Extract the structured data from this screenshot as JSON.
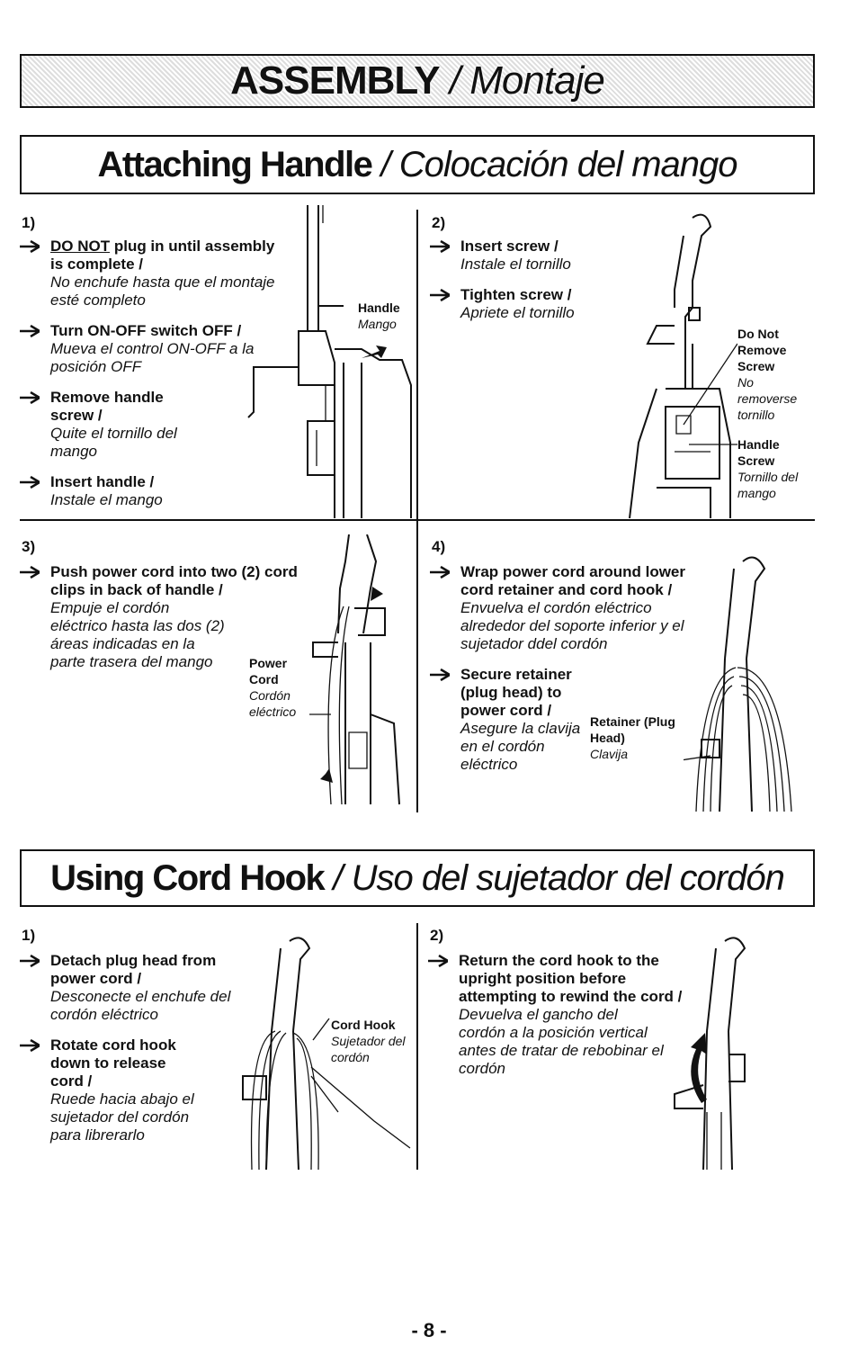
{
  "banner": {
    "title_en": "ASSEMBLY",
    "sep": " / ",
    "title_es": "Montaje"
  },
  "section1": {
    "title_en": "Attaching Handle",
    "sep": " / ",
    "title_es": "Colocación del mango",
    "step1": {
      "num": "1)",
      "b1_underline": "DO NOT",
      "b1_en": " plug in until assembly is complete /",
      "b1_es": "No enchufe hasta que el montaje esté completo",
      "b2_en": "Turn ON-OFF switch OFF /",
      "b2_es": "Mueva el control ON-OFF a la posición OFF",
      "b3_en": "Remove handle screw /",
      "b3_es": "Quite el tornillo del mango",
      "b4_en": "Insert handle /",
      "b4_es": "Instale el mango",
      "label_en": "Handle",
      "label_es": "Mango"
    },
    "step2": {
      "num": "2)",
      "b1_en": "Insert screw /",
      "b1_es": "Instale el tornillo",
      "b2_en": "Tighten screw /",
      "b2_es": "Apriete el tornillo",
      "label1_en": "Do Not Remove Screw",
      "label1_es": "No removerse tornillo",
      "label2_en": "Handle Screw",
      "label2_es": "Tornillo del mango"
    },
    "step3": {
      "num": "3)",
      "b1_en": "Push power cord into two (2) cord clips in back of handle /",
      "b1_es": "Empuje el cordón eléctrico hasta las dos (2) áreas indicadas en la parte trasera del mango",
      "label_en": "Power Cord",
      "label_es": "Cordón eléctrico"
    },
    "step4": {
      "num": "4)",
      "b1_en": "Wrap power cord around lower cord retainer and cord hook /",
      "b1_es": "Envuelva el cordón eléctrico alrededor del soporte inferior y el sujetador ddel cordón",
      "b2_en": "Secure retainer (plug head) to power cord /",
      "b2_es": "Asegure la clavija en el cordón eléctrico",
      "label_en": "Retainer (Plug Head)",
      "label_es": "Clavija"
    }
  },
  "section2": {
    "title_en": "Using Cord Hook",
    "sep": " / ",
    "title_es": "Uso del sujetador del cordón",
    "step1": {
      "num": "1)",
      "b1_en": "Detach plug head from power cord /",
      "b1_es": "Desconecte el enchufe del cordón eléctrico",
      "b2_en": "Rotate cord hook down to release cord /",
      "b2_es": "Ruede hacia abajo el sujetador del cordón para librerarlo",
      "label_en": "Cord Hook",
      "label_es": "Sujetador del cordón"
    },
    "step2": {
      "num": "2)",
      "b1_en": "Return the cord hook to the upright position before attempting to rewind the cord /",
      "b1_es": "Devuelva el gancho del cordón a la posición vertical antes de tratar de rebobinar el cordón"
    }
  },
  "footer": {
    "page": "- 8 -"
  }
}
